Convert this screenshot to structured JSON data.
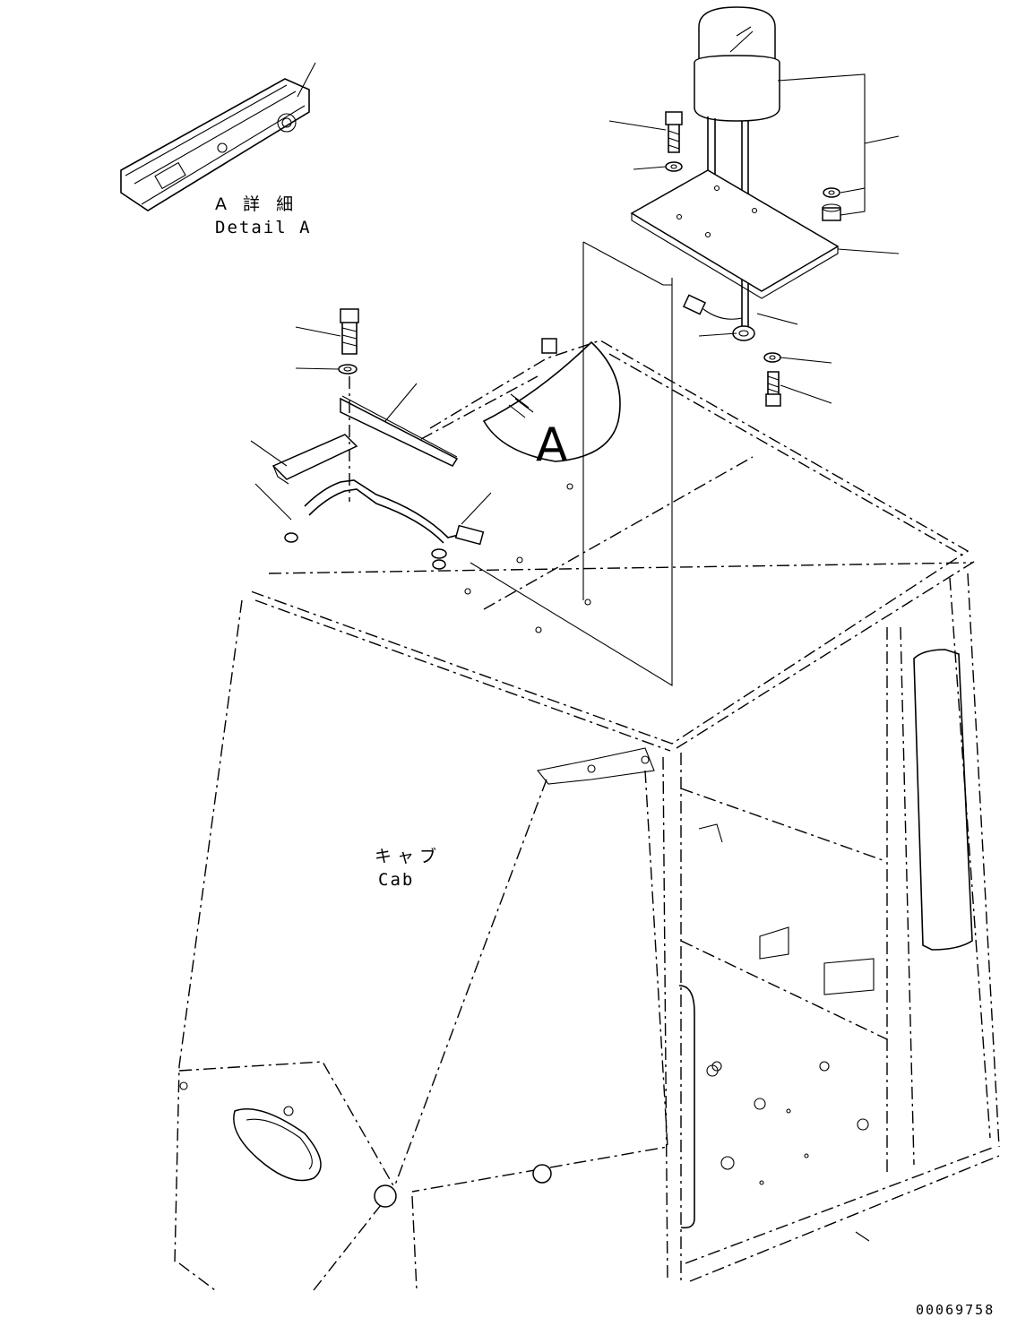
{
  "labels": {
    "detail_a_jp": "A 詳 細",
    "detail_a_en": "Detail A",
    "view_marker": "A",
    "cab_jp": "キャブ",
    "cab_en": "Cab",
    "drawing_number": "00069758"
  }
}
